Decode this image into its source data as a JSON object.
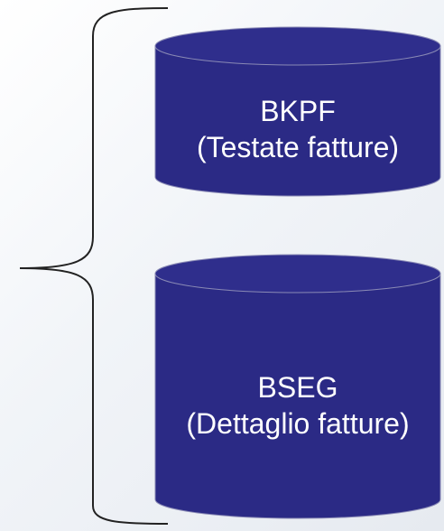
{
  "diagram": {
    "colors": {
      "cylinder_fill": "#2b2a85",
      "cylinder_top": "#2f2e8c",
      "cylinder_outline": "#8a8ab5",
      "brace_stroke": "#222222",
      "text": "#ffffff"
    },
    "tables": [
      {
        "name": "BKPF",
        "description": "(Testate fatture)"
      },
      {
        "name": "BSEG",
        "description": "(Dettaglio fatture)"
      }
    ]
  }
}
